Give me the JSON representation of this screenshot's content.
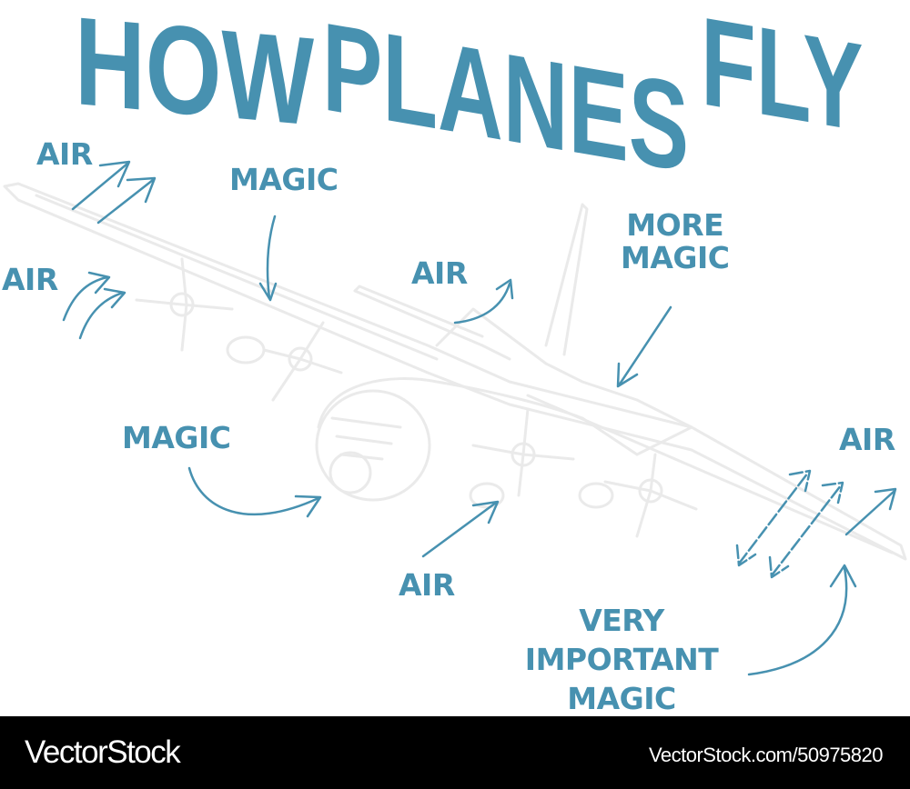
{
  "title": {
    "words": [
      "HOW",
      "PLANES",
      "FLY"
    ],
    "full": "HOW PLANES FLY",
    "color": "#4791b0"
  },
  "labels": {
    "air_top_left": "AIR",
    "air_left": "AIR",
    "magic_top": "MAGIC",
    "air_center": "AIR",
    "more_magic_line1": "MORE",
    "more_magic_line2": "MAGIC",
    "magic_left": "MAGIC",
    "air_bottom": "AIR",
    "air_right": "AIR",
    "very_important_line1": "VERY",
    "very_important_line2": "IMPORTANT",
    "very_important_line3": "MAGIC"
  },
  "illustration": {
    "subject": "four-engine propeller airplane outline",
    "line_color": "#ececec"
  },
  "footer": {
    "brand": "VectorStock",
    "url": "VectorStock.com/50975820"
  }
}
